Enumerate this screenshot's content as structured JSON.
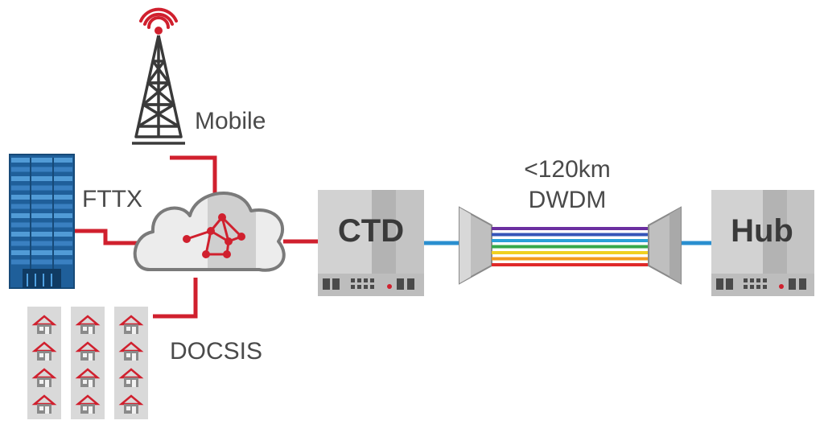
{
  "labels": {
    "mobile": "Mobile",
    "fttx": "FTTX",
    "docsis": "DOCSIS",
    "ctd": "CTD",
    "hub": "Hub",
    "distance": "<120km",
    "dwdm": "DWDM"
  },
  "icons": {
    "tower": "cell-tower-icon",
    "building": "office-building-icon",
    "houses": "residential-houses-icon",
    "cloud": "network-cloud-icon",
    "mux": "optical-multiplexer-icon"
  },
  "colors": {
    "red": "#d0202e",
    "blue": "#2a8fcf",
    "box": "#d2d2d2",
    "box_dark": "#a9a9a9",
    "text": "#4a4a4a",
    "dwdm_lines": [
      "#6b2fa0",
      "#3554b8",
      "#2aa0d8",
      "#35a84a",
      "#f0d020",
      "#f39a1d",
      "#e02a2a"
    ]
  }
}
